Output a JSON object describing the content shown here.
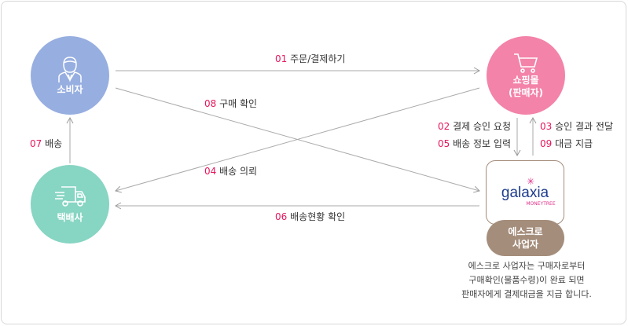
{
  "nodes": {
    "consumer": "소비자",
    "mall": [
      "쇼핑몰",
      "(판매자)"
    ],
    "courier": "택배사",
    "escrow": [
      "에스크로",
      "사업자"
    ]
  },
  "logo": {
    "name": "galaxia",
    "sub": "MONEYTREE"
  },
  "steps": {
    "s01": {
      "n": "01",
      "t": "주문/결제하기"
    },
    "s02": {
      "n": "02",
      "t": "결제 승인 요청"
    },
    "s03": {
      "n": "03",
      "t": "승인 결과 전달"
    },
    "s04": {
      "n": "04",
      "t": "배송 의뢰"
    },
    "s05": {
      "n": "05",
      "t": "배송 정보 입력"
    },
    "s06": {
      "n": "06",
      "t": "배송현황 확인"
    },
    "s07": {
      "n": "07",
      "t": "배송"
    },
    "s08": {
      "n": "08",
      "t": "구매 확인"
    },
    "s09": {
      "n": "09",
      "t": "대금 지급"
    }
  },
  "note": [
    "에스크로 사업자는 구매자로부터",
    "구매확인(물품수령)이 완료 되면",
    "판매자에게 결제대금을 지급 합니다."
  ],
  "colors": {
    "consumer": "#97aee0",
    "mall": "#f383a8",
    "courier": "#87d5c3",
    "escrow": "#a48d7b",
    "accent": "#e6175c"
  }
}
